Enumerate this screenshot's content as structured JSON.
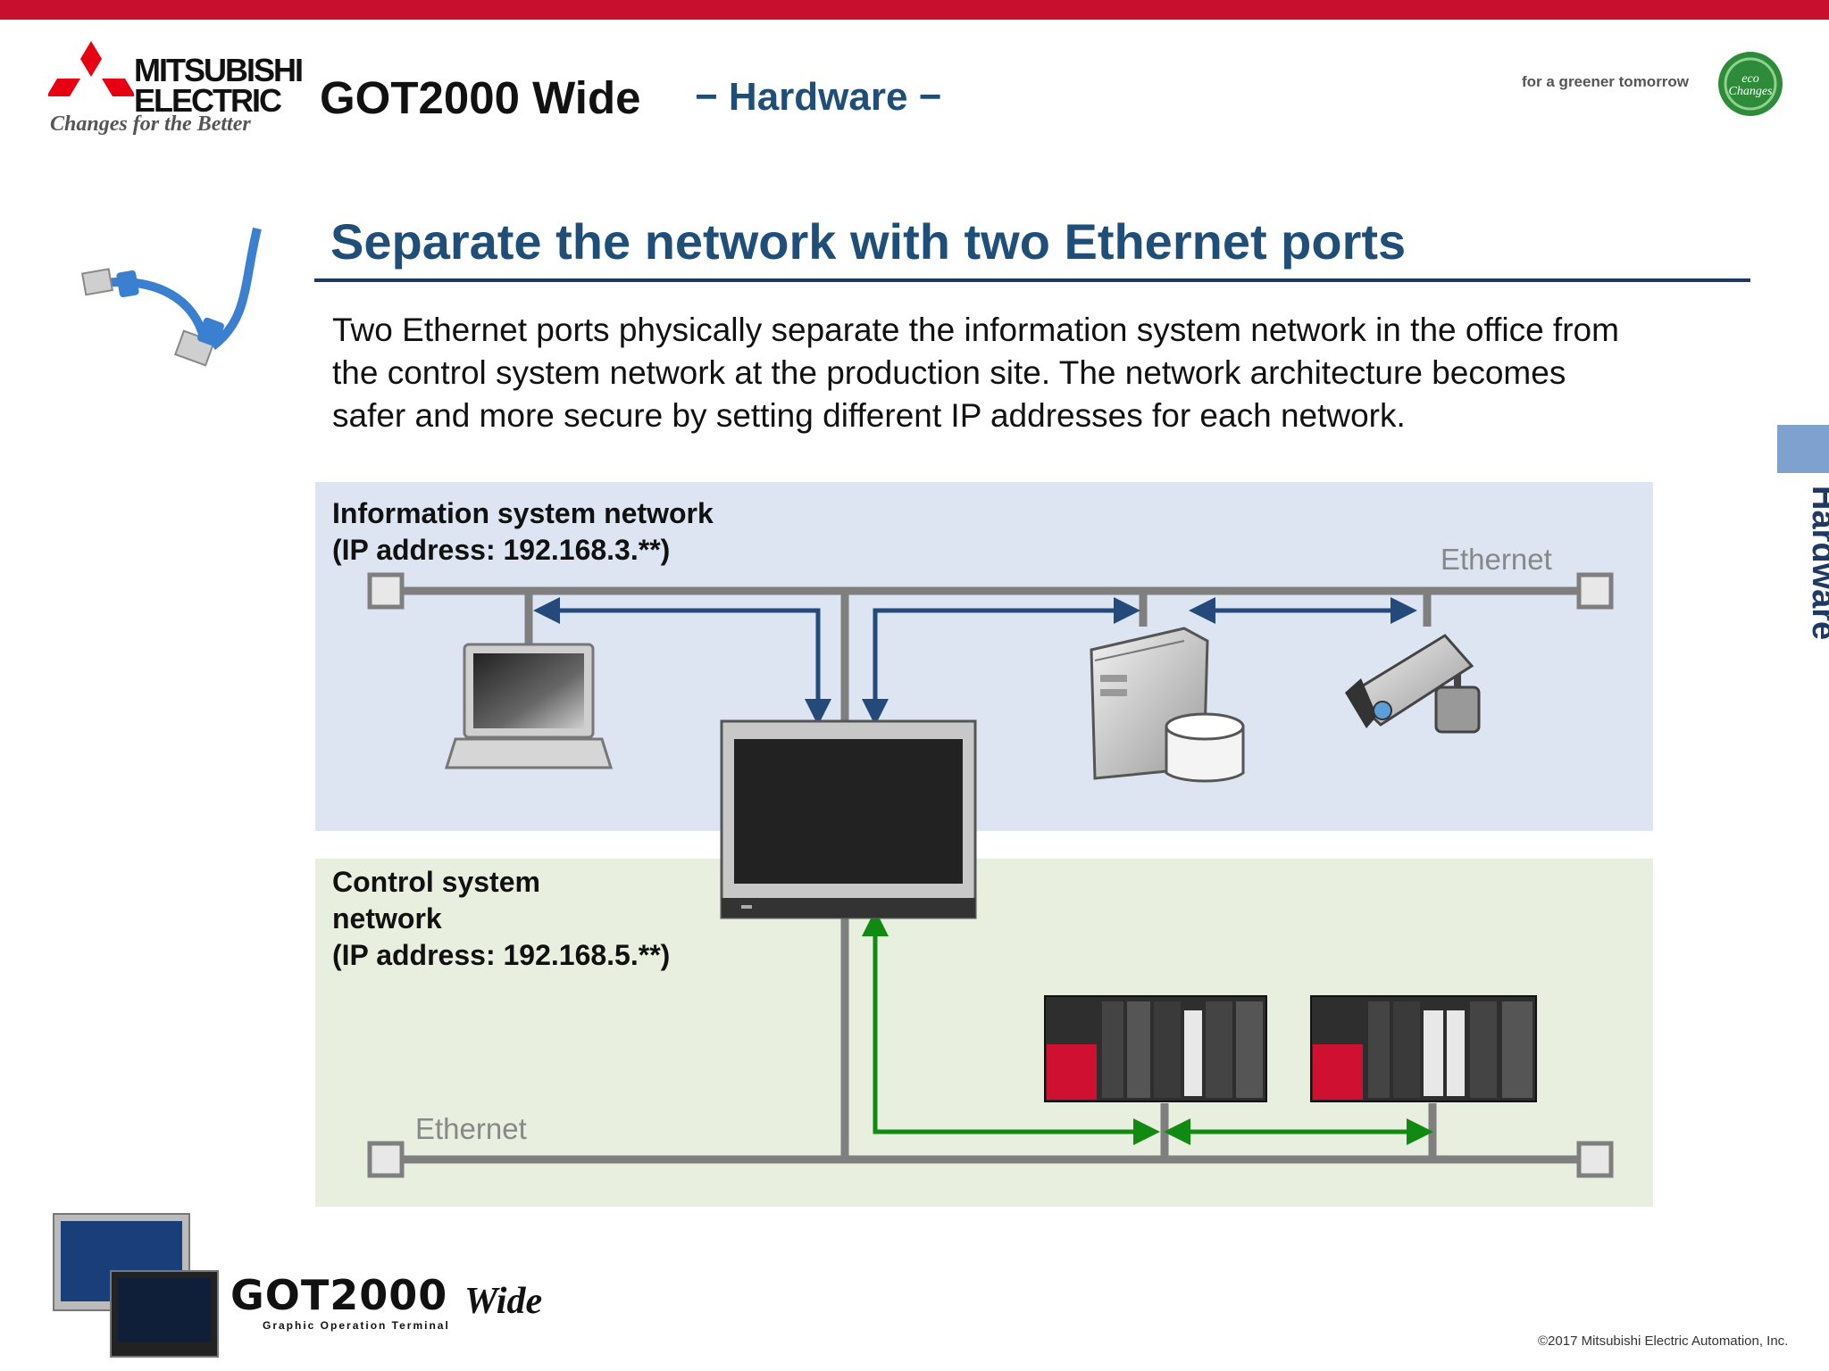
{
  "header": {
    "brand_line1": "MITSUBISHI",
    "brand_line2": "ELECTRIC",
    "brand_tagline": "Changes for the Better",
    "product_title": "GOT2000 Wide",
    "section": "− Hardware −",
    "eco_tagline": "for a greener tomorrow",
    "eco_badge": "eco Changes"
  },
  "slide": {
    "headline": "Separate the network with two Ethernet ports",
    "body_lines": [
      "Two Ethernet ports physically separate the information system network in the office from",
      "the control system network at the production site. The network architecture becomes",
      "safer and more secure by setting different IP addresses for each network."
    ]
  },
  "diagram": {
    "info_network": {
      "label_line1": "Information system network",
      "label_line2": "(IP address: 192.168.3.**)",
      "ethernet_label": "Ethernet",
      "background": "#dce5f1",
      "arrow_color": "#244a7c"
    },
    "control_network": {
      "label_line1": "Control system",
      "label_line2": "network",
      "label_line3": "(IP address: 192.168.5.**)",
      "ethernet_label": "Ethernet",
      "background": "#e8efdf",
      "arrow_color": "#108a10"
    },
    "bus_color": "#7f7f7f",
    "devices": [
      "laptop-icon",
      "got-terminal-icon",
      "server-icon",
      "security-camera-icon",
      "plc-rack-icon",
      "plc-rack-icon"
    ]
  },
  "side_tab": {
    "label": "Hardware"
  },
  "footer": {
    "logo_main": "GOT2000",
    "logo_wide": "Wide",
    "logo_sub": "Graphic Operation Terminal",
    "copyright": "©2017 Mitsubishi Electric Automation, Inc."
  }
}
